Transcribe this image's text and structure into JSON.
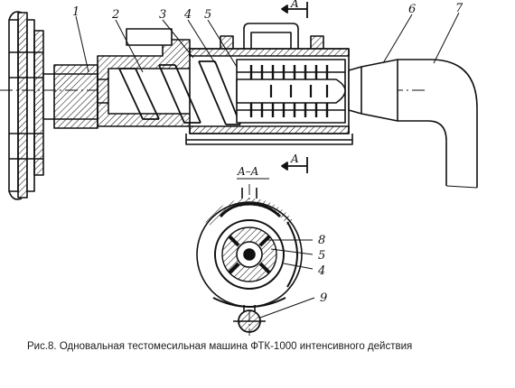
{
  "labels": {
    "n1": "1",
    "n2": "2",
    "n3": "3",
    "n4": "4",
    "n5": "5",
    "n6": "6",
    "n7": "7",
    "s8": "8",
    "s5": "5",
    "s4": "4",
    "s9": "9"
  },
  "section": {
    "marker_top": "A",
    "marker_bottom": "A",
    "title": "A–A"
  },
  "caption": "Рис.8. Одновальная тестомесильная машина ФТК-1000 интенсивного действия",
  "colors": {
    "ink": "#111111",
    "paper": "#ffffff"
  }
}
